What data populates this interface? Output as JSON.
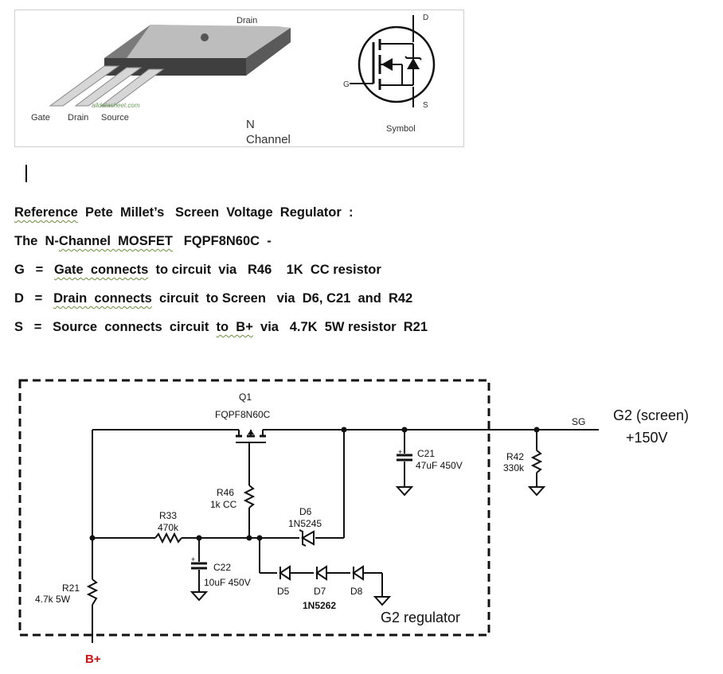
{
  "package": {
    "drain_label": "Drain",
    "pin_labels": [
      "Gate",
      "Drain",
      "Source"
    ],
    "watermark": "alldatasheet.com",
    "channel_line1": "N",
    "channel_line2": "Channel",
    "symbol_caption": "Symbol",
    "symbol_pins": {
      "d": "D",
      "g": "G",
      "s": "S"
    }
  },
  "text": {
    "line1": {
      "a": "Reference",
      "b": "  Pete  Millet’s   Screen  Voltage  Regulator  :"
    },
    "line2": {
      "a": "The  N-",
      "b": "Channel  MOSFET",
      "c": "   FQPF8N60C  -"
    },
    "line3": {
      "a": "G   =   ",
      "b": "Gate  connects",
      "c": "  to circuit  via   R46    1K  CC resistor"
    },
    "line4": {
      "a": "D   =   ",
      "b": "Drain  connects",
      "c": "  circuit  to Screen   via  D6, C21  and  R42"
    },
    "line5": {
      "a": "S   =   Source  connects  circuit  ",
      "b": "to  B+",
      "c": "  via   4.7K  5W resistor  R21"
    }
  },
  "schematic": {
    "q1_ref": "Q1",
    "q1_part": "FQPF8N60C",
    "sg": "SG",
    "g2_line1": "G2 (screen)",
    "g2_line2": "+150V",
    "c21_ref": "C21",
    "c21_val": "47uF 450V",
    "r42_ref": "R42",
    "r42_val": "330k",
    "r46_ref": "R46",
    "r46_val": "1k CC",
    "r33_ref": "R33",
    "r33_val": "470k",
    "d6_ref": "D6",
    "d6_part": "1N5245",
    "c22_ref": "C22",
    "c22_val": "10uF 450V",
    "r21_ref": "R21",
    "r21_val": "4.7k 5W",
    "d5": "D5",
    "d7": "D7",
    "d8": "D8",
    "zener_part": "1N5262",
    "region_label": "G2 regulator",
    "bplus": "B+",
    "bplus_color": "#cc1111"
  }
}
